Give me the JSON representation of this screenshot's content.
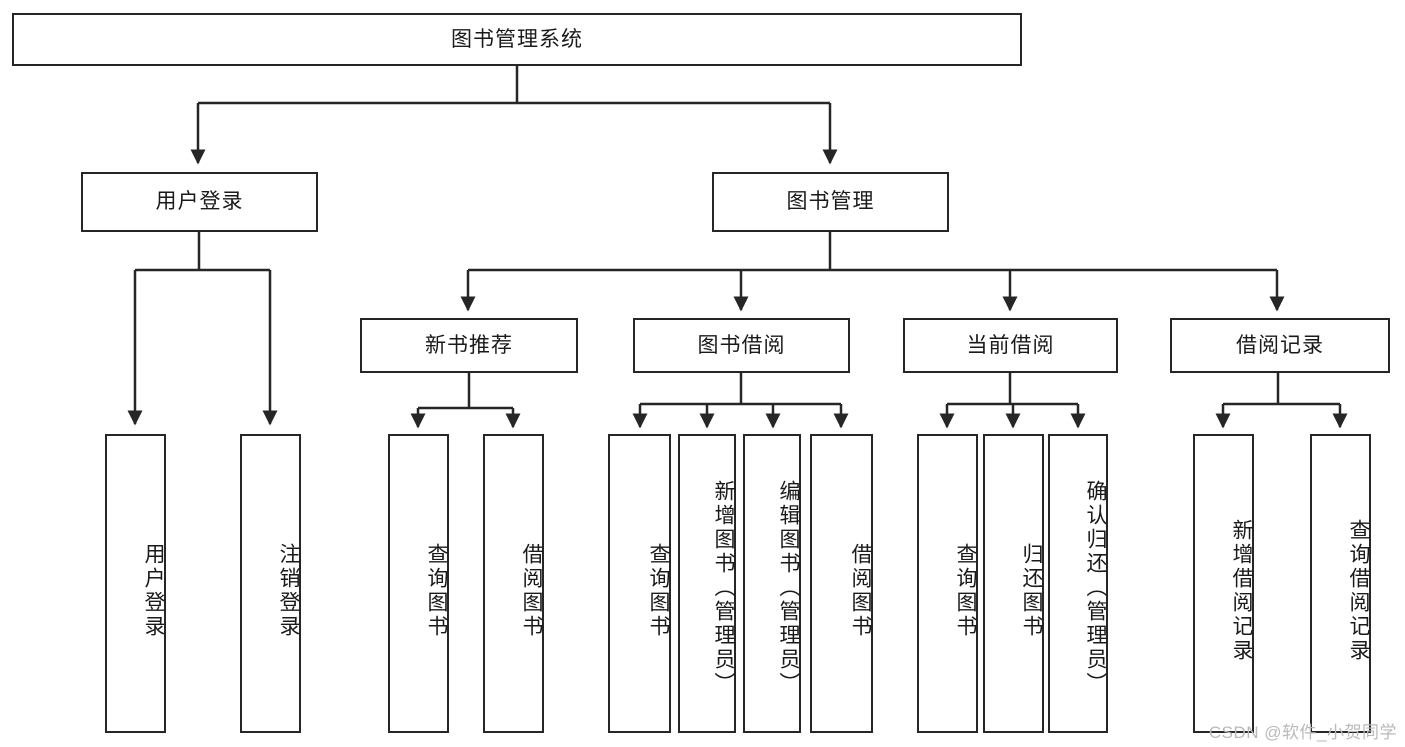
{
  "diagram": {
    "title": "图书管理系统",
    "watermark": "CSDN @软件_小贺同学",
    "colors": {
      "background": "#ffffff",
      "border": "#262626",
      "connector": "#262626",
      "text": "#1a1a1a",
      "watermark": "#b9b9b9"
    },
    "root": {
      "label": "图书管理系统"
    },
    "level2": [
      {
        "label": "用户登录"
      },
      {
        "label": "图书管理"
      }
    ],
    "level3": [
      {
        "label": "新书推荐"
      },
      {
        "label": "图书借阅"
      },
      {
        "label": "当前借阅"
      },
      {
        "label": "借阅记录"
      }
    ],
    "leaves": {
      "user_login": [
        {
          "label": "用户登录"
        },
        {
          "label": "注销登录"
        }
      ],
      "new_book": [
        {
          "label": "查询图书"
        },
        {
          "label": "借阅图书"
        }
      ],
      "book_borrow": [
        {
          "label": "查询图书"
        },
        {
          "label": "新增图书（管理员）"
        },
        {
          "label": "编辑图书（管理员）"
        },
        {
          "label": "借阅图书"
        }
      ],
      "current_borrow": [
        {
          "label": "查询图书"
        },
        {
          "label": "归还图书"
        },
        {
          "label": "确认归还（管理员）"
        }
      ],
      "borrow_record": [
        {
          "label": "新增借阅记录"
        },
        {
          "label": "查询借阅记录"
        }
      ]
    }
  }
}
